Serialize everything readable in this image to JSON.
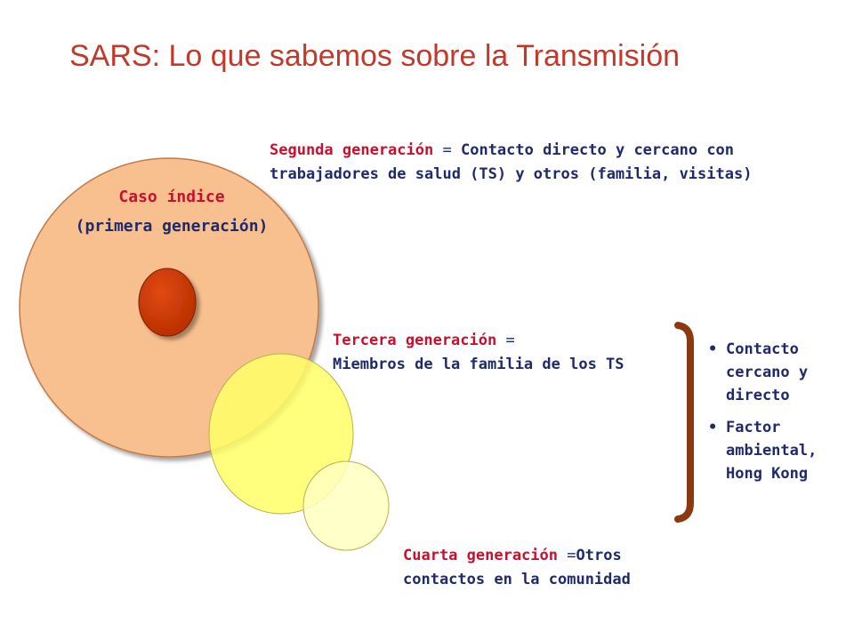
{
  "title": "SARS: Lo que sabemos sobre la Transmisión",
  "index_case": {
    "line1": "Caso índice",
    "line2": "(primera generación)"
  },
  "second_generation": {
    "name": "Segunda generación",
    "equals": "=",
    "line1_rest": "Contacto directo y cercano con",
    "line2": "trabajadores de salud (TS) y otros (familia, visitas)"
  },
  "third_generation": {
    "name": "Tercera generación",
    "equals": "=",
    "line2": "Miembros de la familia de los TS"
  },
  "fourth_generation": {
    "name": "Cuarta generación",
    "equals": "=",
    "line1_rest": "Otros",
    "line2": "contactos en la comunidad"
  },
  "factors": {
    "bullet": "•",
    "items": [
      "Contacto cercano y directo",
      "Factor ambiental, Hong Kong"
    ]
  },
  "colors": {
    "title": "#c0392b",
    "generation_name": "#c8102e",
    "body_text": "#1f2a6b",
    "circle_index": "#f9c08f",
    "circle_core": "#cc3300",
    "circle_third": "#ffff66",
    "circle_fourth": "#ffffc0",
    "bracket": "#8b3a0f"
  }
}
